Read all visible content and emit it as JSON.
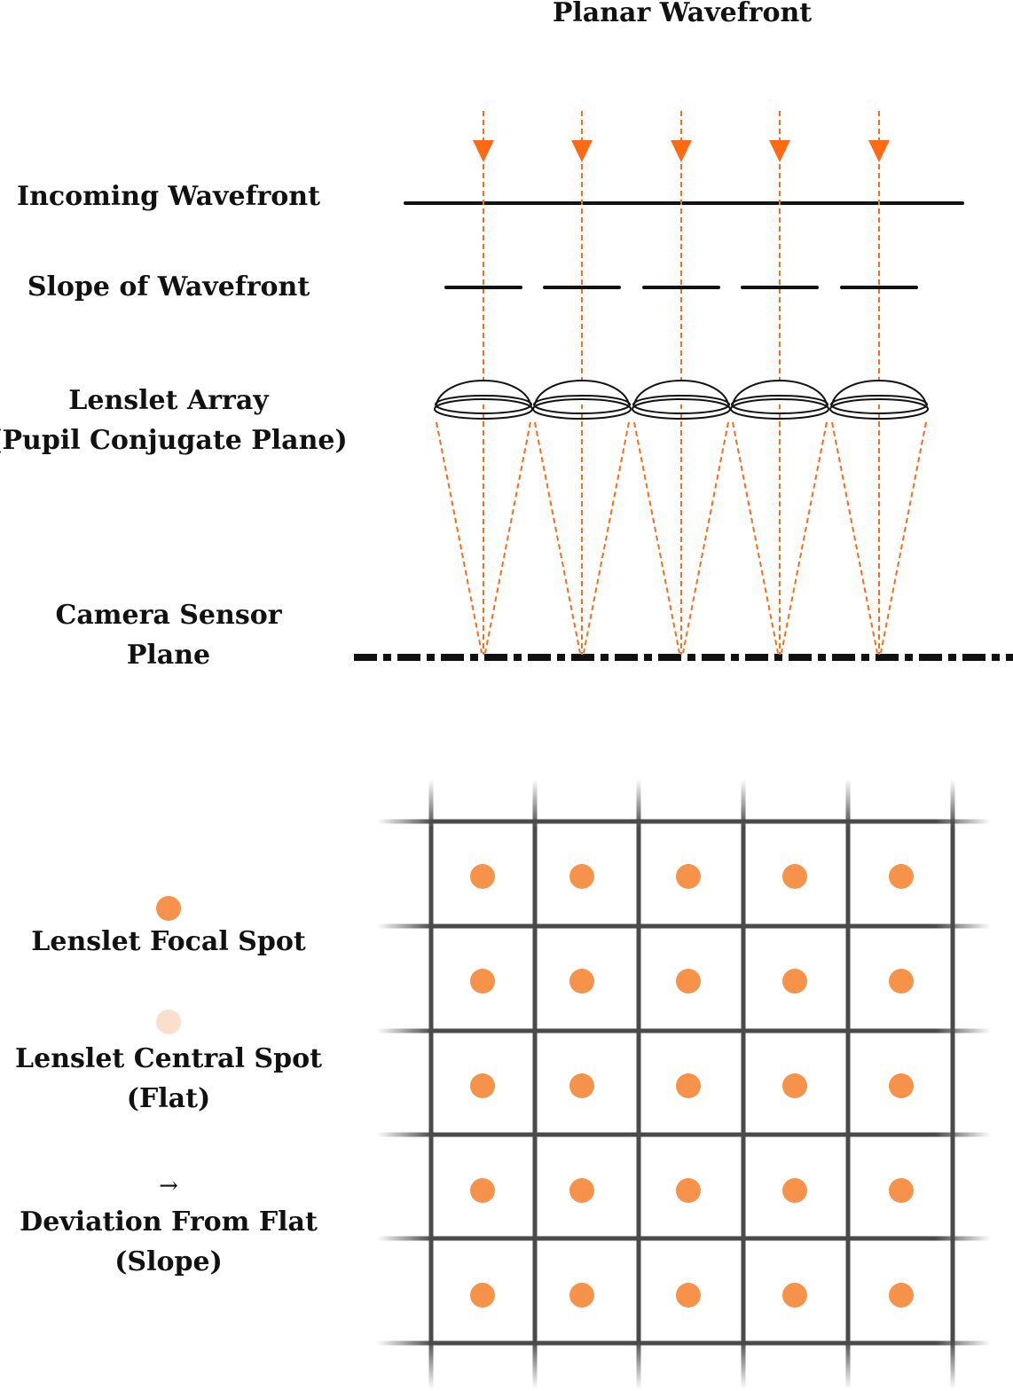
{
  "diagram": {
    "title": "Planar Wavefront",
    "labels": {
      "incoming": "Incoming Wavefront",
      "slope": "Slope of Wavefront",
      "lenslet_line1": "Lenslet Array",
      "lenslet_line2": "(Pupil Conjugate Plane)",
      "sensor_line1": "Camera Sensor",
      "sensor_line2": "Plane"
    },
    "colors": {
      "ray": "#ff6a13",
      "focal_spot": "#f7924a",
      "central_spot": "#fbdfcd",
      "grid": "#4a4a4a",
      "ink": "#111111"
    },
    "lenslet_count": 5
  },
  "legend": {
    "focal_spot": "Lenslet Focal Spot",
    "central_spot_line1": "Lenslet Central Spot",
    "central_spot_line2": "(Flat)",
    "arrow_symbol": "→",
    "deviation_line1": "Deviation From Flat",
    "deviation_line2": "(Slope)"
  },
  "spot_grid": {
    "rows": 5,
    "cols": 5,
    "deviation": "none"
  }
}
